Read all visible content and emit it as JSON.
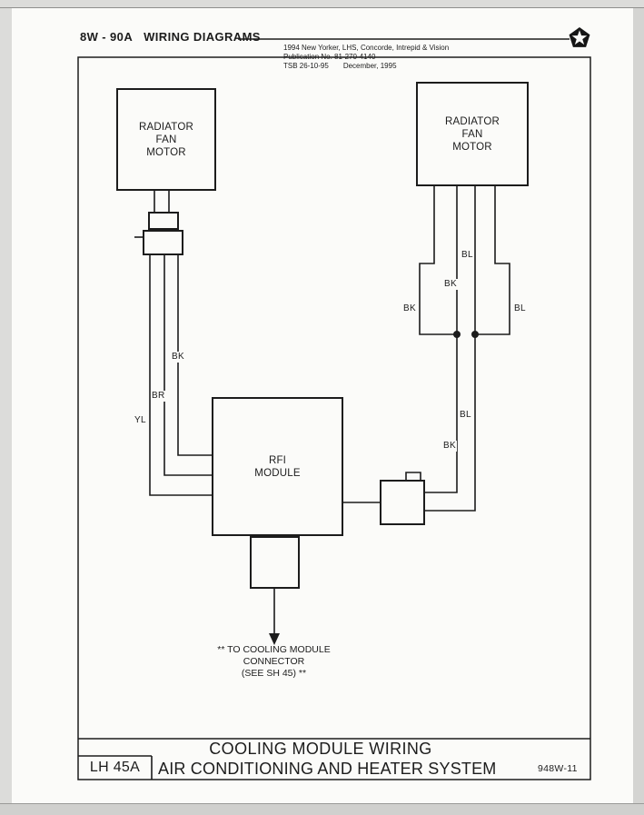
{
  "header": {
    "section_code": "8W - 90A",
    "section_title": "WIRING DIAGRAMS",
    "vehicle_line": "1994 New Yorker, LHS, Concorde, Intrepid & Vision",
    "publication": "Publication No. 81-270-4140",
    "tsb": "TSB 26-10-95",
    "date": "December, 1995"
  },
  "diagram": {
    "left_fan_motor": {
      "lines": [
        "RADIATOR",
        "FAN",
        "MOTOR"
      ]
    },
    "right_fan_motor": {
      "lines": [
        "RADIATOR",
        "FAN",
        "MOTOR"
      ]
    },
    "rfi_module": {
      "lines": [
        "RFI",
        "MODULE"
      ]
    },
    "wire_labels": {
      "left_bk": "BK",
      "left_br": "BR",
      "left_yl": "YL",
      "right_top_bl": "BL",
      "right_top_bk": "BK",
      "right_mid_bk": "BK",
      "right_mid_bl": "BL",
      "right_lower_bl": "BL",
      "right_lower_bk": "BK"
    },
    "note": {
      "lines": [
        "** TO COOLING MODULE",
        "CONNECTOR",
        "(SEE SH 45) **"
      ]
    }
  },
  "footer": {
    "sheet_code": "LH 45A",
    "title_line1": "COOLING MODULE WIRING",
    "title_line2": "AIR CONDITIONING AND HEATER SYSTEM",
    "drawing_ref": "948W-11"
  },
  "icons": {
    "brand_logo": "pentastar",
    "flow_arrow": "arrow-down"
  },
  "colors": {
    "ink": "#1c1c1c",
    "paper": "#fbfbf9"
  }
}
